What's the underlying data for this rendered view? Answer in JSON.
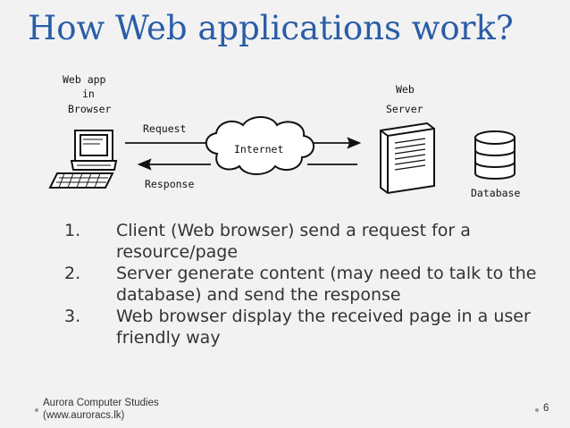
{
  "slide": {
    "title": "How Web applications work?",
    "diagram": {
      "client_label": [
        "Web app",
        "in",
        "Browser"
      ],
      "server_label": [
        "Web",
        "Server"
      ],
      "request_label": "Request",
      "response_label": "Response",
      "internet_label": "Internet",
      "database_label": "Database"
    },
    "steps": [
      {
        "number": "1.",
        "text": "Client (Web browser) send a request for a resource/page"
      },
      {
        "number": "2.",
        "text": "Server generate content (may need to talk to the database)  and send the response"
      },
      {
        "number": "3.",
        "text": "Web browser display the received page in a user friendly way"
      }
    ],
    "footer": {
      "line1": "Aurora Computer Studies",
      "line2": "(www.auroracs.lk)",
      "page_number": "6"
    },
    "colors": {
      "title": "#2a5da8",
      "background": "#f2f2f2",
      "body_text": "#333333"
    }
  }
}
